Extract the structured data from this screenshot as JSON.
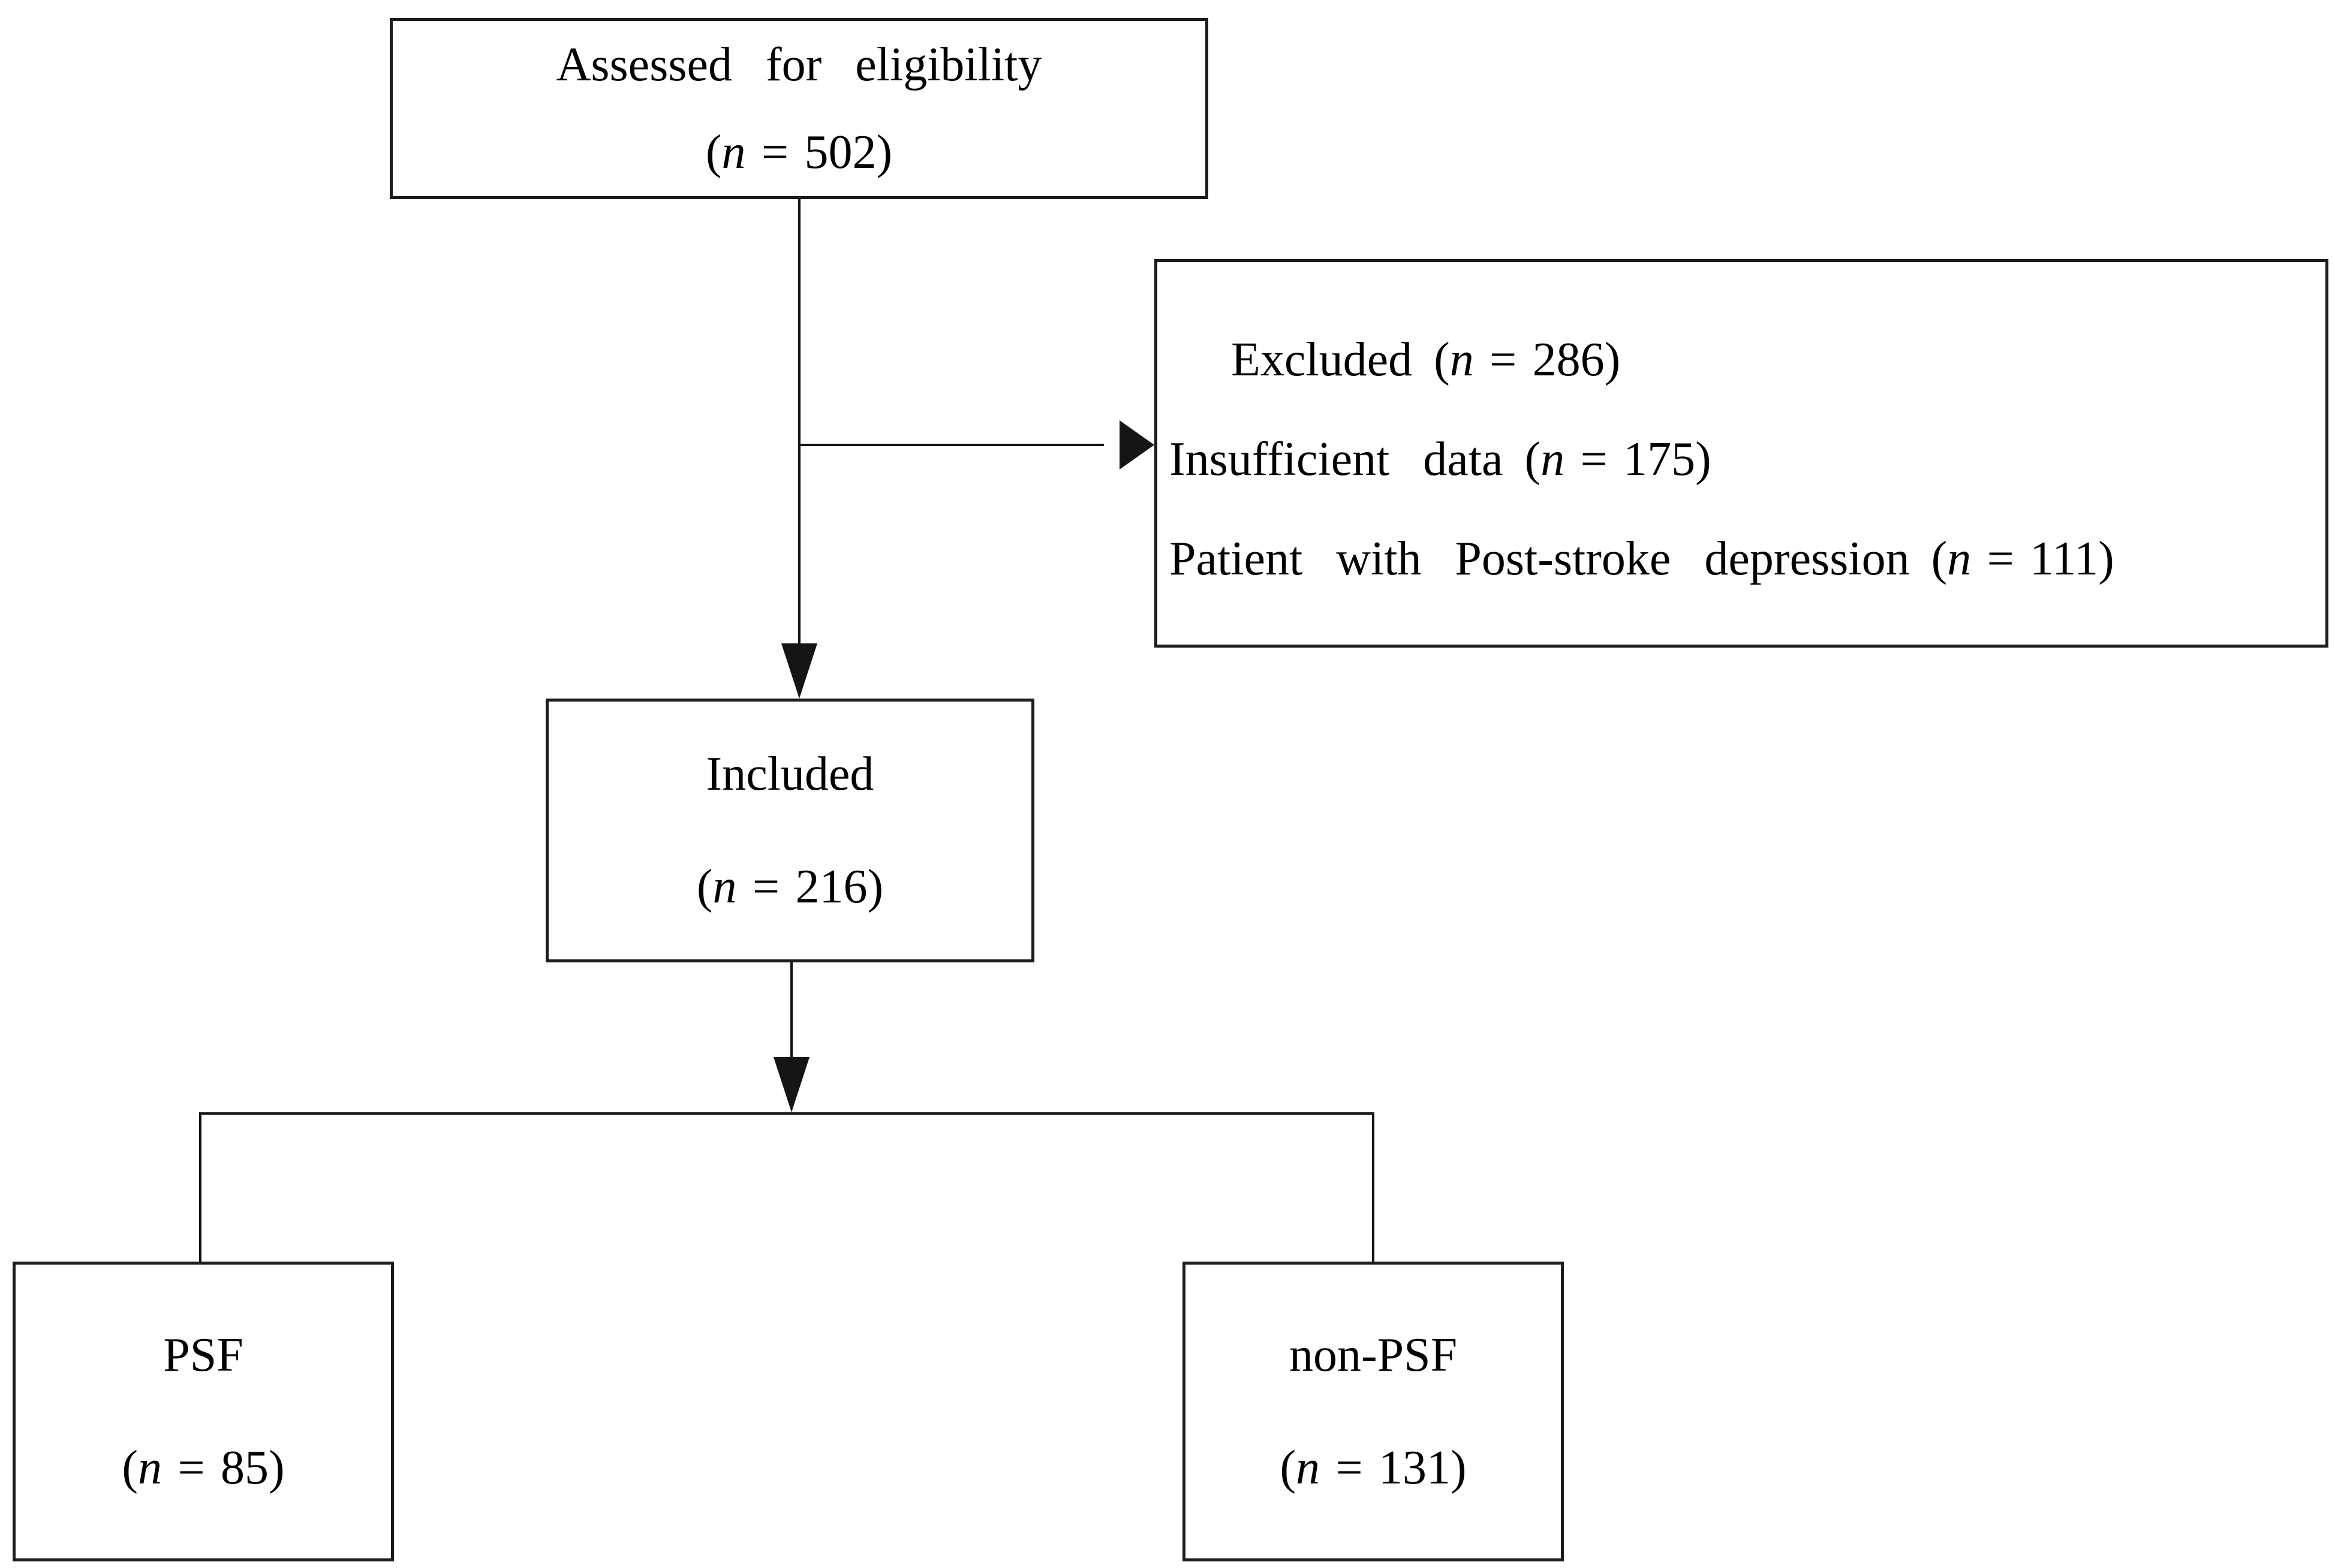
{
  "figure": {
    "type": "patient-flow-diagram",
    "colors": {
      "background": "#ffffff",
      "border": "#1c1c1c",
      "line": "#151515",
      "text": "#000000"
    }
  },
  "tokens": {
    "paren_open": "(",
    "n_var": "n",
    "equals": "=",
    "paren_close": ")"
  },
  "nodes": {
    "assessed": {
      "title": "Assessed for eligibility",
      "count": "502"
    },
    "excluded": {
      "title": "Excluded",
      "count": "286",
      "reasons": [
        {
          "text": "Insufficient data",
          "count": "175"
        },
        {
          "text": "Patient with Post-stroke depression",
          "count": "111"
        }
      ]
    },
    "included": {
      "title": "Included",
      "count": "216"
    },
    "psf": {
      "title": "PSF",
      "count": "85"
    },
    "nonpsf": {
      "title": "non-PSF",
      "count": "131"
    }
  }
}
